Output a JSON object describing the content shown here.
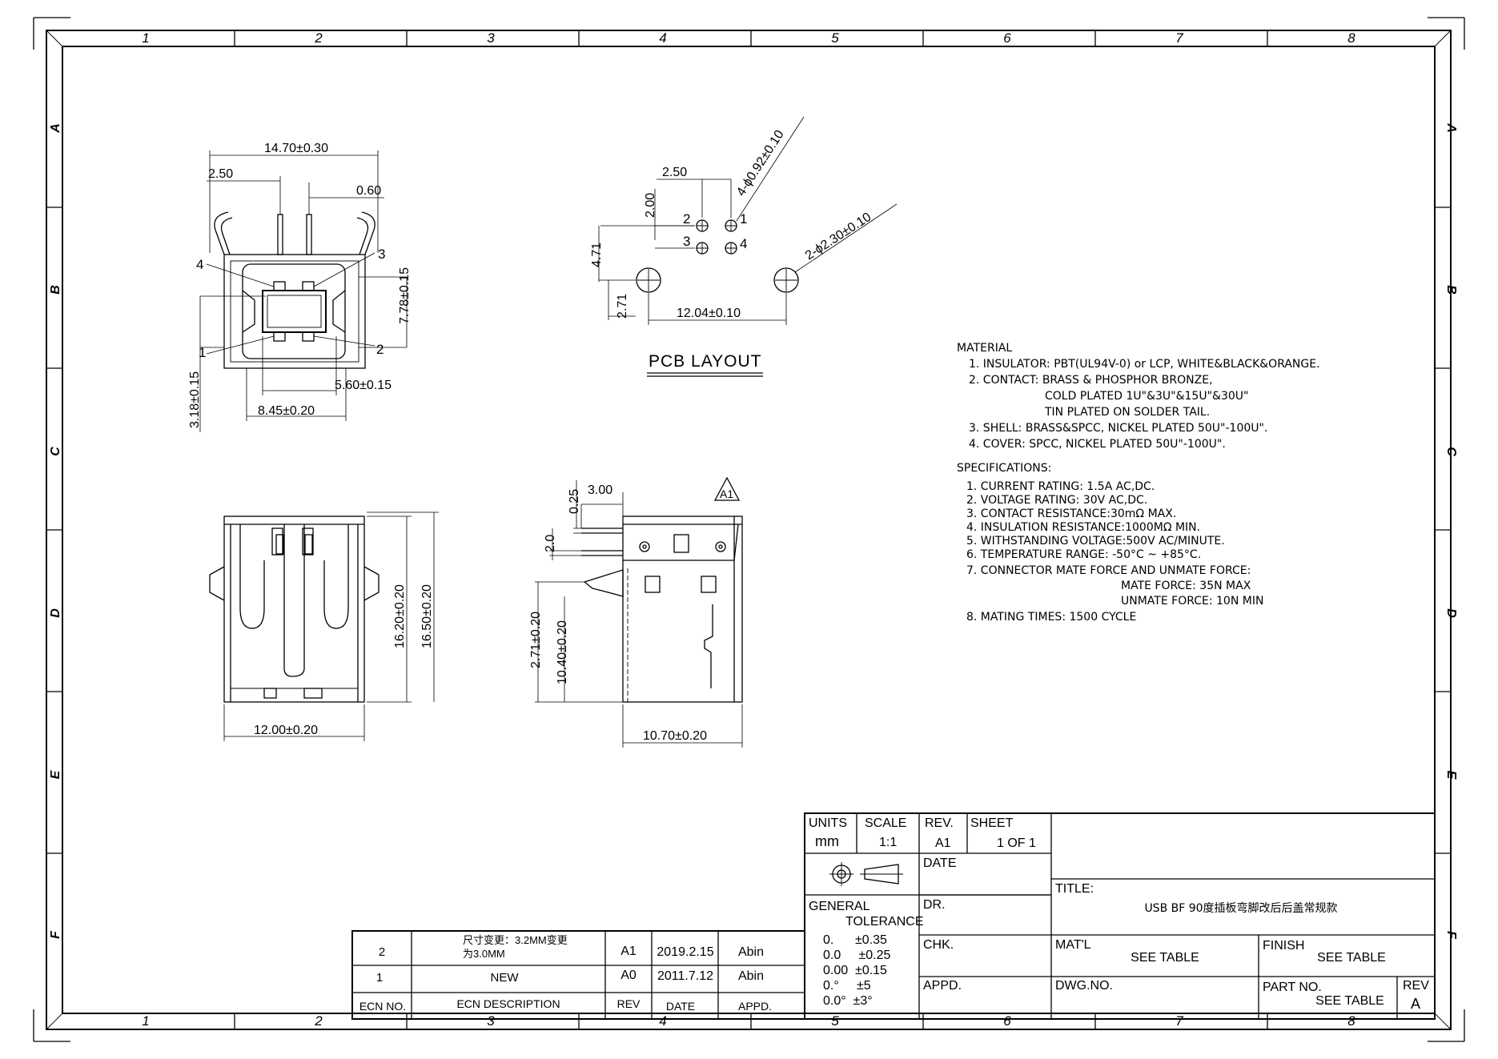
{
  "frame": {
    "columns": [
      "1",
      "2",
      "3",
      "4",
      "5",
      "6",
      "7",
      "8"
    ],
    "rows": [
      "A",
      "B",
      "C",
      "D",
      "E",
      "F"
    ]
  },
  "top_view": {
    "dims": {
      "overall_width": "14.70±0.30",
      "pin_offset": "2.50",
      "pin_pitch": "0.60",
      "height": "7.78±0.15",
      "offset_bottom": "3.18±0.15",
      "inner_width": "5.60±0.15",
      "outer_width": "8.45±0.20"
    },
    "pins": [
      "1",
      "2",
      "3",
      "4"
    ]
  },
  "pcb_layout": {
    "label": "PCB LAYOUT",
    "dims": {
      "pitch_x": "2.50",
      "pitch_y": "2.00",
      "row_offset": "4.71",
      "hole_offset": "2.71",
      "hole_span": "12.04±0.10",
      "small_holes": "4-ϕ0.92±0.10",
      "big_holes": "2-ϕ2.30±0.10"
    },
    "pins": [
      "1",
      "2",
      "3",
      "4"
    ]
  },
  "front_view": {
    "dims": {
      "width": "12.00±0.20",
      "height_a": "16.20±0.20",
      "height_b": "16.50±0.20"
    }
  },
  "side_view": {
    "dims": {
      "pin_len": "3.00",
      "pin_th": "0.25",
      "pin_gap": "2.0",
      "h1": "2.71±0.20",
      "h2": "10.40±0.20",
      "width": "10.70±0.20"
    },
    "rev_mark": "A1"
  },
  "notes": {
    "material_title": "MATERIAL",
    "material": [
      "1.  INSULATOR:  PBT(UL94V-0)  or  LCP,  WHITE&BLACK&ORANGE.",
      "2.  CONTACT:  BRASS  &  PHOSPHOR  BRONZE,",
      "COLD  PLATED  1U\"&3U\"&15U\"&30U\"",
      "TIN  PLATED  ON  SOLDER  TAIL.",
      "3.  SHELL:  BRASS&SPCC,  NICKEL  PLATED  50U\"-100U\".",
      "4.  COVER:  SPCC,  NICKEL  PLATED  50U\"-100U\"."
    ],
    "spec_title": "SPECIFICATIONS:",
    "specs": [
      "1.  CURRENT  RATING:  1.5A  AC,DC.",
      "2.  VOLTAGE  RATING:  30V  AC,DC.",
      "3.  CONTACT  RESISTANCE:30mΩ  MAX.",
      "4.  INSULATION  RESISTANCE:1000MΩ  MIN.",
      "5.  WITHSTANDING  VOLTAGE:500V  AC/MINUTE.",
      "6.  TEMPERATURE  RANGE:  -50°C  ~  +85°C.",
      "7.  CONNECTOR  MATE  FORCE  AND  UNMATE  FORCE:",
      "MATE  FORCE:  35N  MAX",
      "UNMATE  FORCE:  10N  MIN",
      "8.  MATING  TIMES:  1500  CYCLE"
    ]
  },
  "revisions": {
    "rows": [
      {
        "ecn": "2",
        "desc1": "尺寸变更：3.2MM变更",
        "desc2": "为3.0MM",
        "rev": "A1",
        "date": "2019.2.15",
        "appd": "Abin"
      },
      {
        "ecn": "1",
        "desc1": "NEW",
        "desc2": "",
        "rev": "A0",
        "date": "2011.7.12",
        "appd": "Abin"
      }
    ],
    "headers": {
      "ecn": "ECN  NO.",
      "desc": "ECN    DESCRIPTION",
      "rev": "REV",
      "date": "DATE",
      "appd": "APPD."
    }
  },
  "title_block": {
    "units_label": "UNITS",
    "units": "mm",
    "scale_label": "SCALE",
    "scale": "1:1",
    "rev_label": "REV.",
    "rev": "A1",
    "sheet_label": "SHEET",
    "sheet": "1  OF  1",
    "date_label": "DATE",
    "dr_label": "DR.",
    "chk_label": "CHK.",
    "appd_label": "APPD.",
    "tol_title_1": "GENERAL",
    "tol_title_2": "TOLERANCE",
    "tolerances": [
      "0.      ±0.35",
      "0.0     ±0.25",
      "0.00  ±0.15",
      "0.°     ±5",
      "0.0°  ±3°"
    ],
    "title_label": "TITLE:",
    "title": "USB  BF  90度插板弯脚改后后盖常规款",
    "matl_label": "MAT'L",
    "matl": "SEE  TABLE",
    "finish_label": "FINISH",
    "finish": "SEE  TABLE",
    "dwgno_label": "DWG.NO.",
    "partno_label": "PART  NO.",
    "partno": "SEE  TABLE",
    "rev2_label": "REV",
    "rev2": "A"
  }
}
